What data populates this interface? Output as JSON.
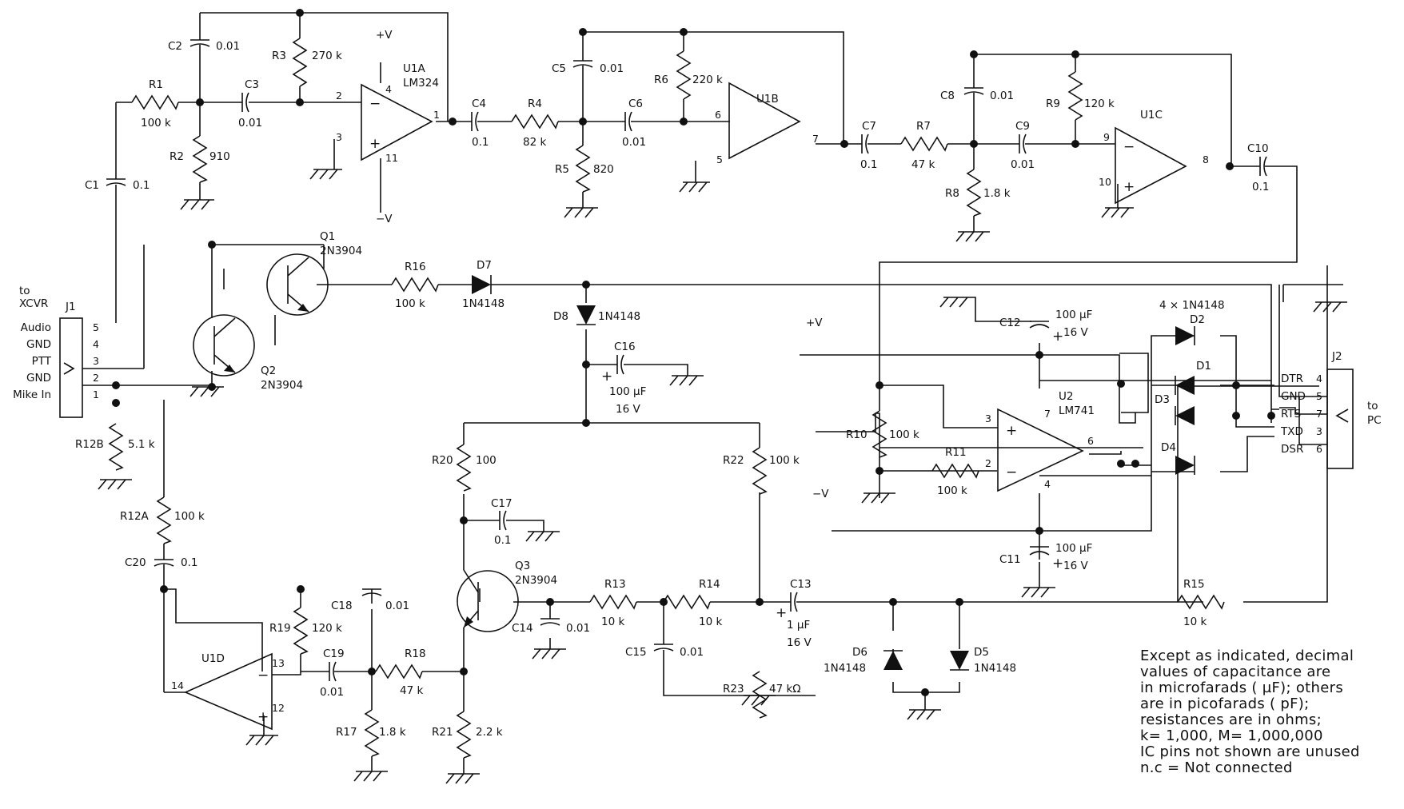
{
  "sides": {
    "xcvr": "to\nXCVR",
    "pc": "to\nPC"
  },
  "connectors": {
    "j1": {
      "ref": "J1",
      "pins": [
        {
          "num": "5",
          "name": "Audio"
        },
        {
          "num": "4",
          "name": "GND"
        },
        {
          "num": "3",
          "name": "PTT"
        },
        {
          "num": "2",
          "name": "GND"
        },
        {
          "num": "1",
          "name": "Mike In"
        }
      ]
    },
    "j2": {
      "ref": "J2",
      "pins": [
        {
          "num": "4",
          "name": "DTR"
        },
        {
          "num": "5",
          "name": "GND"
        },
        {
          "num": "7",
          "name": "RTS"
        },
        {
          "num": "3",
          "name": "TXD"
        },
        {
          "num": "6",
          "name": "DSR"
        }
      ]
    }
  },
  "resistors": {
    "R1": {
      "ref": "R1",
      "val": "100 k"
    },
    "R2": {
      "ref": "R2",
      "val": "910"
    },
    "R3": {
      "ref": "R3",
      "val": "270 k"
    },
    "R4": {
      "ref": "R4",
      "val": "82 k"
    },
    "R5": {
      "ref": "R5",
      "val": "820"
    },
    "R6": {
      "ref": "R6",
      "val": "220 k"
    },
    "R7": {
      "ref": "R7",
      "val": "47 k"
    },
    "R8": {
      "ref": "R8",
      "val": "1.8 k"
    },
    "R9": {
      "ref": "R9",
      "val": "120 k"
    },
    "R10": {
      "ref": "R10",
      "val": "100 k"
    },
    "R11": {
      "ref": "R11",
      "val": "100 k"
    },
    "R12A": {
      "ref": "R12A",
      "val": "100 k"
    },
    "R12B": {
      "ref": "R12B",
      "val": "5.1 k"
    },
    "R13": {
      "ref": "R13",
      "val": "10 k"
    },
    "R14": {
      "ref": "R14",
      "val": "10 k"
    },
    "R15": {
      "ref": "R15",
      "val": "10 k"
    },
    "R16": {
      "ref": "R16",
      "val": "100 k"
    },
    "R17": {
      "ref": "R17",
      "val": "1.8 k"
    },
    "R18": {
      "ref": "R18",
      "val": "47 k"
    },
    "R19": {
      "ref": "R19",
      "val": "120 k"
    },
    "R20": {
      "ref": "R20",
      "val": "100"
    },
    "R21": {
      "ref": "R21",
      "val": "2.2 k"
    },
    "R22": {
      "ref": "R22",
      "val": "100 k"
    },
    "R23": {
      "ref": "R23",
      "val": "47 kΩ"
    }
  },
  "capacitors": {
    "C1": {
      "ref": "C1",
      "val": "0.1"
    },
    "C2": {
      "ref": "C2",
      "val": "0.01"
    },
    "C3": {
      "ref": "C3",
      "val": "0.01"
    },
    "C4": {
      "ref": "C4",
      "val": "0.1"
    },
    "C5": {
      "ref": "C5",
      "val": "0.01"
    },
    "C6": {
      "ref": "C6",
      "val": "0.01"
    },
    "C7": {
      "ref": "C7",
      "val": "0.1"
    },
    "C8": {
      "ref": "C8",
      "val": "0.01"
    },
    "C9": {
      "ref": "C9",
      "val": "0.01"
    },
    "C10": {
      "ref": "C10",
      "val": "0.1"
    },
    "C11": {
      "ref": "C11",
      "val": "100 µF",
      "v": "16 V"
    },
    "C12": {
      "ref": "C12",
      "val": "100 µF",
      "v": "16 V"
    },
    "C13": {
      "ref": "C13",
      "val": "1 µF",
      "v": "16 V"
    },
    "C14": {
      "ref": "C14",
      "val": "0.01"
    },
    "C15": {
      "ref": "C15",
      "val": "0.01"
    },
    "C16": {
      "ref": "C16",
      "val": "100 µF",
      "v": "16 V"
    },
    "C17": {
      "ref": "C17",
      "val": "0.1"
    },
    "C18": {
      "ref": "C18",
      "val": "0.01"
    },
    "C19": {
      "ref": "C19",
      "val": "0.01"
    },
    "C20": {
      "ref": "C20",
      "val": "0.1"
    }
  },
  "diodes": {
    "D1": {
      "ref": "D1"
    },
    "D2": {
      "ref": "D2"
    },
    "D3": {
      "ref": "D3"
    },
    "D4": {
      "ref": "D4"
    },
    "D5": {
      "ref": "D5",
      "val": "1N4148"
    },
    "D6": {
      "ref": "D6",
      "val": "1N4148"
    },
    "D7": {
      "ref": "D7",
      "val": "1N4148"
    },
    "D8": {
      "ref": "D8",
      "val": "1N4148"
    },
    "bridge": "4 × 1N4148"
  },
  "transistors": {
    "Q1": {
      "ref": "Q1",
      "val": "2N3904"
    },
    "Q2": {
      "ref": "Q2",
      "val": "2N3904"
    },
    "Q3": {
      "ref": "Q3",
      "val": "2N3904"
    }
  },
  "opamps": {
    "U1A": {
      "ref": "U1A",
      "part": "LM324",
      "inv": "2",
      "noninv": "3",
      "out": "1",
      "vp": "4",
      "vn": "11"
    },
    "U1B": {
      "ref": "U1B",
      "inv": "6",
      "noninv": "5",
      "out": "7"
    },
    "U1C": {
      "ref": "U1C",
      "inv": "9",
      "noninv": "10",
      "out": "8"
    },
    "U1D": {
      "ref": "U1D",
      "inv": "13",
      "noninv": "12",
      "out": "14"
    },
    "U2": {
      "ref": "U2",
      "part": "LM741",
      "noninv": "3",
      "inv": "2",
      "out": "6",
      "vp": "7",
      "vn": "4"
    }
  },
  "supply": {
    "pos": "+V",
    "neg": "−V"
  },
  "note": [
    "Except as indicated, decimal",
    "values of capacitance are",
    "in microfarads ( µF); others",
    "are in picofarads ( pF);",
    "resistances are in ohms;",
    "k= 1,000, M= 1,000,000",
    "IC pins not shown are unused",
    "n.c = Not connected"
  ]
}
